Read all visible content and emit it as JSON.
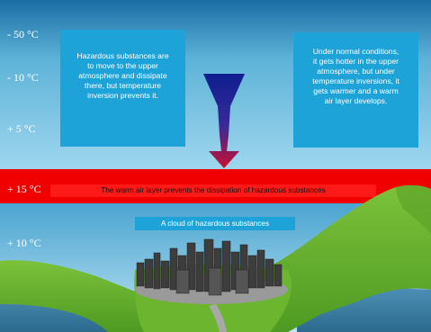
{
  "temperatures": {
    "t1": "- 50 °C",
    "t2": "- 10 °C",
    "t3": "+ 5  °C",
    "t4": "+ 15 °C",
    "t5": "+ 10 °C"
  },
  "left_box": {
    "lines": [
      "Hazardous substances are",
      "to move to the upper",
      "atmosphere and dissipate",
      "there, but temperature",
      "inversion prevents it."
    ]
  },
  "right_box": {
    "lines": [
      "Under normal conditions,",
      "it gets hotter in the upper",
      "atmosphere, but under",
      "temperature inversions, it",
      "gets warmer and a warm",
      "air layer develops."
    ]
  },
  "warm_layer_label": "The warm air layer prevents the dissipation of hazardous substances",
  "cloud_label": "A cloud of hazardous substances",
  "colors": {
    "sky_top": "#8fd0ec",
    "sky_bottom": "#c4e6f4",
    "warm_layer": "#f00000",
    "info_box": "#1ea3d8",
    "hills": "#6db42b",
    "water": "#3b7fa3",
    "funnel_top": "#0e1e8f",
    "funnel_bottom": "#c8102e"
  }
}
